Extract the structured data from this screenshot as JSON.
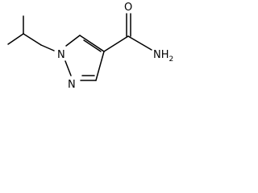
{
  "molecule": {
    "atoms": {
      "n1": "N",
      "n2": "N",
      "o": "O",
      "nh2": "NH2"
    }
  }
}
